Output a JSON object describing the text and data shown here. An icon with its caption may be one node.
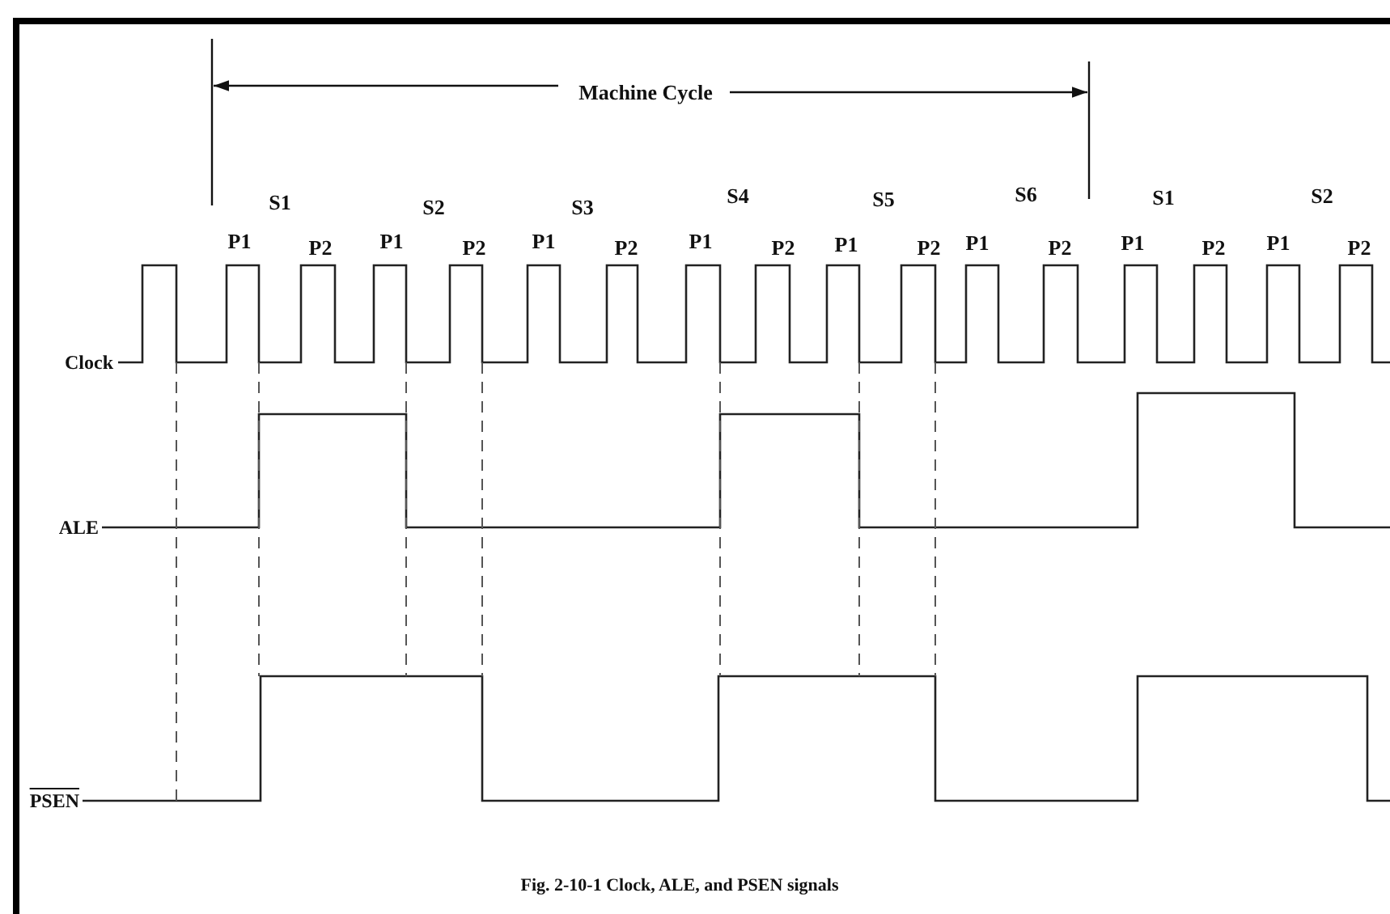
{
  "diagram": {
    "caption": "Fig. 2-10-1  Clock, ALE, and PSEN signals",
    "labels": [
      "Machine Cycle",
      "S1",
      "S2",
      "S3",
      "S4",
      "S5",
      "S6",
      "S1",
      "S2",
      "P1",
      "P2",
      "P1",
      "P2",
      "P1",
      "P2",
      "P1",
      "P2",
      "P1",
      "P2",
      "P1",
      "P2",
      "P1",
      "P2",
      "P1",
      "P2",
      "Clock",
      "ALE",
      "PSEN"
    ]
  }
}
